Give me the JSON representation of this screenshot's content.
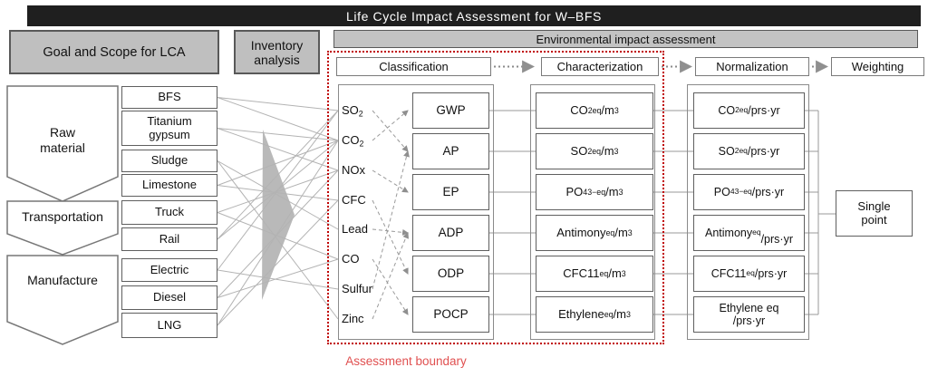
{
  "title": "Life Cycle Impact Assessment  for W–BFS",
  "left_panel": {
    "header": "Goal and Scope for LCA",
    "stages": [
      {
        "key": "raw-material",
        "label": "Raw\nmaterial"
      },
      {
        "key": "transportation",
        "label": "Transportation"
      },
      {
        "key": "manufacture",
        "label": "Manufacture"
      }
    ],
    "items": [
      {
        "key": "bfs",
        "html": "BFS"
      },
      {
        "key": "ti-gypsum",
        "html": "Titanium<br>gypsum"
      },
      {
        "key": "sludge",
        "html": "Sludge"
      },
      {
        "key": "limestone",
        "html": "Limestone"
      },
      {
        "key": "truck",
        "html": "Truck"
      },
      {
        "key": "rail",
        "html": "Rail"
      },
      {
        "key": "electric",
        "html": "Electric"
      },
      {
        "key": "diesel",
        "html": "Diesel"
      },
      {
        "key": "lng",
        "html": "LNG"
      }
    ]
  },
  "inventory": {
    "label": "Inventory\nanalysis"
  },
  "eia": {
    "header": "Environmental impact assessment",
    "steps": [
      "Classification",
      "Characterization",
      "Normalization",
      "Weighting"
    ]
  },
  "classification": {
    "substances": [
      {
        "key": "so2",
        "html": "SO<sub>2</sub>"
      },
      {
        "key": "co2",
        "html": "CO<sub>2</sub>"
      },
      {
        "key": "nox",
        "html": "NOx"
      },
      {
        "key": "cfc",
        "html": "CFC"
      },
      {
        "key": "lead",
        "html": "Lead"
      },
      {
        "key": "co",
        "html": "CO"
      },
      {
        "key": "sulfur",
        "html": "Sulfur"
      },
      {
        "key": "zinc",
        "html": "Zinc"
      }
    ],
    "impacts": [
      {
        "key": "gwp",
        "label": "GWP"
      },
      {
        "key": "ap",
        "label": "AP"
      },
      {
        "key": "ep",
        "label": "EP"
      },
      {
        "key": "adp",
        "label": "ADP"
      },
      {
        "key": "odp",
        "label": "ODP"
      },
      {
        "key": "pocp",
        "label": "POCP"
      }
    ]
  },
  "characterization": {
    "units": [
      {
        "key": "co2-m3",
        "html": "CO<sub>2eq</sub>/m<sup>3</sup>"
      },
      {
        "key": "so2-m3",
        "html": "SO<sub>2eq</sub>/m<sup>3</sup>"
      },
      {
        "key": "po4-m3",
        "html": "PO<sub>4</sub><sup>3−</sup><sub>eq</sub>/m<sup>3</sup>"
      },
      {
        "key": "antimony-m3",
        "html": "Antimony<sub>eq</sub>/m<sup>3</sup>"
      },
      {
        "key": "cfc11-m3",
        "html": "CFC11<sub>eq</sub>/m<sup>3</sup>"
      },
      {
        "key": "ethylene-m3",
        "html": "Ethylene<sub>eq</sub>/m<sup>3</sup>"
      }
    ]
  },
  "normalization": {
    "units": [
      {
        "key": "co2-prs",
        "html": "CO<sub>2eq</sub>/prs·yr"
      },
      {
        "key": "so2-prs",
        "html": "SO<sub>2eq</sub>/prs·yr"
      },
      {
        "key": "po4-prs",
        "html": "PO<sub>4</sub><sup>3−</sup><sub>eq</sub>/prs·yr"
      },
      {
        "key": "antimony-prs",
        "html": "Antimony<sub>eq</sub><br>/prs·yr"
      },
      {
        "key": "cfc11-prs",
        "html": "CFC11<sub>eq</sub>/prs·yr"
      },
      {
        "key": "ethylene-prs",
        "html": "Ethylene eq<br>/prs·yr"
      }
    ]
  },
  "weighting": {
    "single_point": "Single\npoint"
  },
  "boundary": {
    "label": "Assessment boundary"
  },
  "colors": {
    "boundary_red": "#c00000",
    "boundary_label_red": "#e05050",
    "header_gray": "#bfbfbf",
    "title_dark": "#1f1f1f",
    "line_gray": "#9a9a9a"
  },
  "edges": {
    "inventory_to_substance": [
      [
        "bfs",
        "so2"
      ],
      [
        "bfs",
        "co2"
      ],
      [
        "ti-gypsum",
        "co2"
      ],
      [
        "ti-gypsum",
        "nox"
      ],
      [
        "sludge",
        "lead"
      ],
      [
        "sludge",
        "zinc"
      ],
      [
        "limestone",
        "co2"
      ],
      [
        "limestone",
        "cfc"
      ],
      [
        "truck",
        "nox"
      ],
      [
        "truck",
        "co"
      ],
      [
        "rail",
        "so2"
      ],
      [
        "rail",
        "co2"
      ],
      [
        "electric",
        "sulfur"
      ],
      [
        "electric",
        "so2"
      ],
      [
        "diesel",
        "co"
      ],
      [
        "diesel",
        "nox"
      ],
      [
        "lng",
        "co2"
      ],
      [
        "lng",
        "cfc"
      ]
    ],
    "substance_to_impact": [
      [
        "so2",
        "ap"
      ],
      [
        "co2",
        "gwp"
      ],
      [
        "nox",
        "ep"
      ],
      [
        "cfc",
        "odp"
      ],
      [
        "lead",
        "adp"
      ],
      [
        "co",
        "pocp"
      ],
      [
        "sulfur",
        "ap"
      ],
      [
        "zinc",
        "adp"
      ]
    ]
  }
}
